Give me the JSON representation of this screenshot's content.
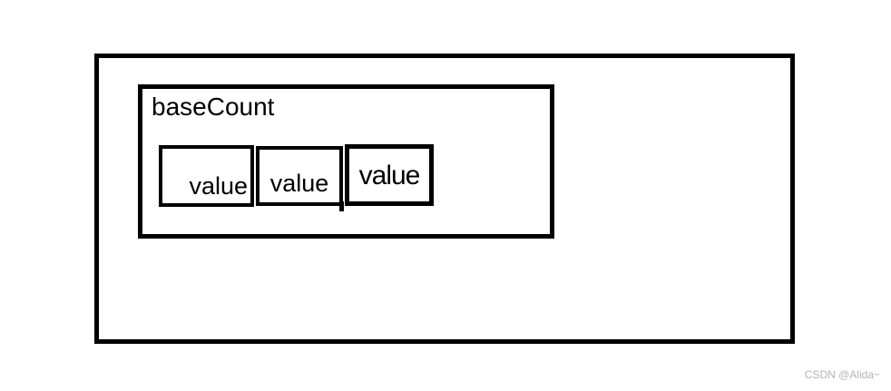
{
  "diagram": {
    "base_count": {
      "label": "baseCount",
      "cells": [
        {
          "label": "value"
        },
        {
          "label": "value"
        },
        {
          "label": "value"
        }
      ]
    }
  },
  "watermark": {
    "text": "CSDN @Alida~"
  },
  "colors": {
    "border": "#000000",
    "background": "#ffffff",
    "watermark_text": "#b3b3b3"
  }
}
